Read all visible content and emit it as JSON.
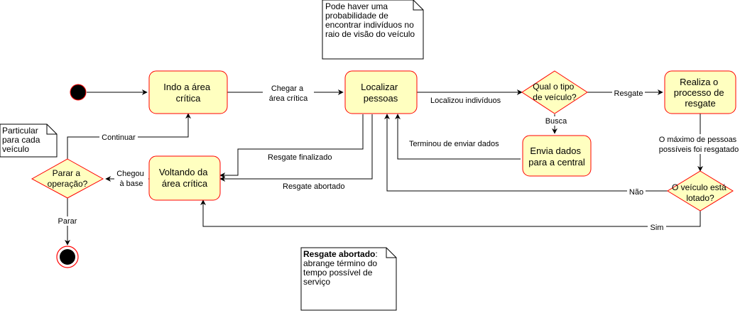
{
  "colors": {
    "node_fill": "#ffffc0",
    "node_stroke": "#ff0000",
    "terminal_fill": "#000000",
    "line": "#000000",
    "note_fill": "#ffffff"
  },
  "nodes": {
    "indo": [
      "Indo a área",
      "crítica"
    ],
    "localizar": [
      "Localizar",
      "pessoas"
    ],
    "qual_tipo": [
      "Qual o tipo",
      "de veículo?"
    ],
    "realiza": [
      "Realiza o",
      "processo de",
      "resgate"
    ],
    "envia": [
      "Envia dados",
      "para a central"
    ],
    "voltando": [
      "Voltando da",
      "área crítica"
    ],
    "parar_op": [
      "Parar a",
      "operação?"
    ],
    "lotado": [
      "O veículo está",
      "lotado?"
    ]
  },
  "edges": {
    "chegar": [
      "Chegar a",
      "área crítica"
    ],
    "localizou": "Localizou indivíduos",
    "resgate": "Resgate",
    "busca": "Busca",
    "terminou": "Terminou de enviar dados",
    "resgate_finalizado": "Resgate finalizado",
    "resgate_abortado": "Resgate abortado",
    "chegou": [
      "Chegou",
      "à base"
    ],
    "continuar": "Continuar",
    "parar": "Parar",
    "maximo": [
      "O máximo de pessoas",
      "possíveis foi resgatado"
    ],
    "nao": "Não",
    "sim": "Sim"
  },
  "notes": {
    "visao": [
      "Pode haver uma",
      "probabilidade de",
      "encontrar indivíduos no",
      "raio de visão do veículo"
    ],
    "particular": [
      "Particular",
      "para cada",
      "veículo"
    ],
    "abortado_title": "Resgate abortado",
    "abortado_sep": ":",
    "abortado": [
      "abrange término do",
      "tempo possível de",
      "serviço"
    ]
  }
}
